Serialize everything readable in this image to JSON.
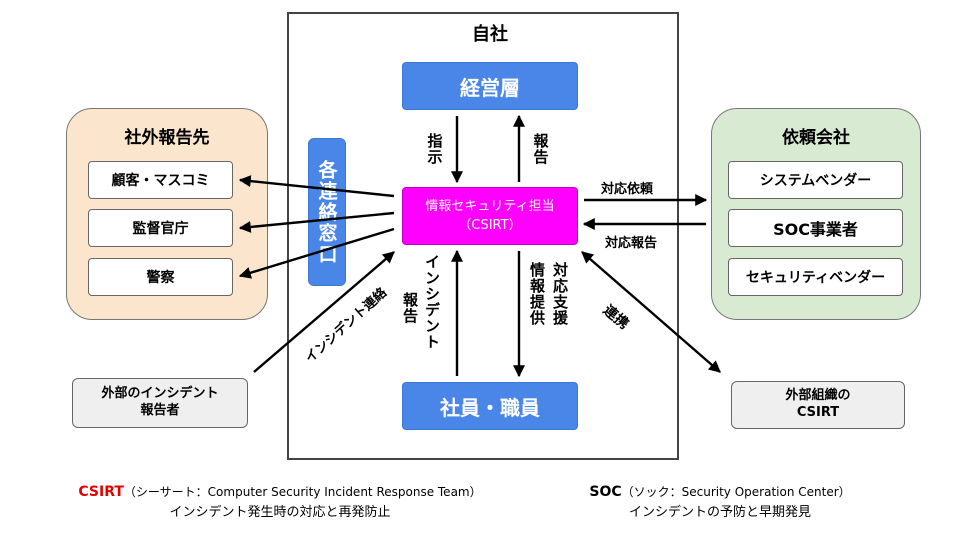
{
  "company": {
    "title": "自社"
  },
  "management": {
    "label": "経営層"
  },
  "csirt": {
    "line1": "情報セキュリティ担当",
    "line2": "（CSIRT）"
  },
  "staff": {
    "label": "社員・職員"
  },
  "contact_window": {
    "label": "各連絡窓口"
  },
  "external_report": {
    "title": "社外報告先",
    "items": [
      "顧客・マスコミ",
      "監督官庁",
      "警察"
    ]
  },
  "client_company": {
    "title": "依頼会社",
    "items": [
      "システムベンダー",
      "SOC事業者",
      "セキュリティベンダー"
    ]
  },
  "external_reporter": {
    "line1": "外部のインシデント",
    "line2": "報告者"
  },
  "external_csirt": {
    "line1": "外部組織の",
    "line2": "CSIRT"
  },
  "arrow_labels": {
    "instruction": "指示",
    "report": "報告",
    "incident_report_a": "インシデント",
    "incident_report_b": "報告",
    "response_support": "対応支援",
    "info_provision": "情報提供",
    "request": "対応依頼",
    "response_report": "対応報告",
    "coordination": "連携",
    "incident_contact": "インシデント連絡"
  },
  "footnotes": {
    "csirt_abbr": "CSIRT",
    "csirt_desc": "（シーサート：Computer Security Incident Response Team）",
    "csirt_line2": "インシデント発生時の対応と再発防止",
    "soc_abbr": "SOC",
    "soc_desc": "（ソック：Security Operation Center）",
    "soc_line2": "インシデントの予防と早期発見"
  },
  "colors": {
    "csirt_fill": "#ff00ff",
    "blue": "#4a86e8",
    "peach": "#fce5cd",
    "green": "#d9ead3",
    "red_accent": "#e00000"
  }
}
